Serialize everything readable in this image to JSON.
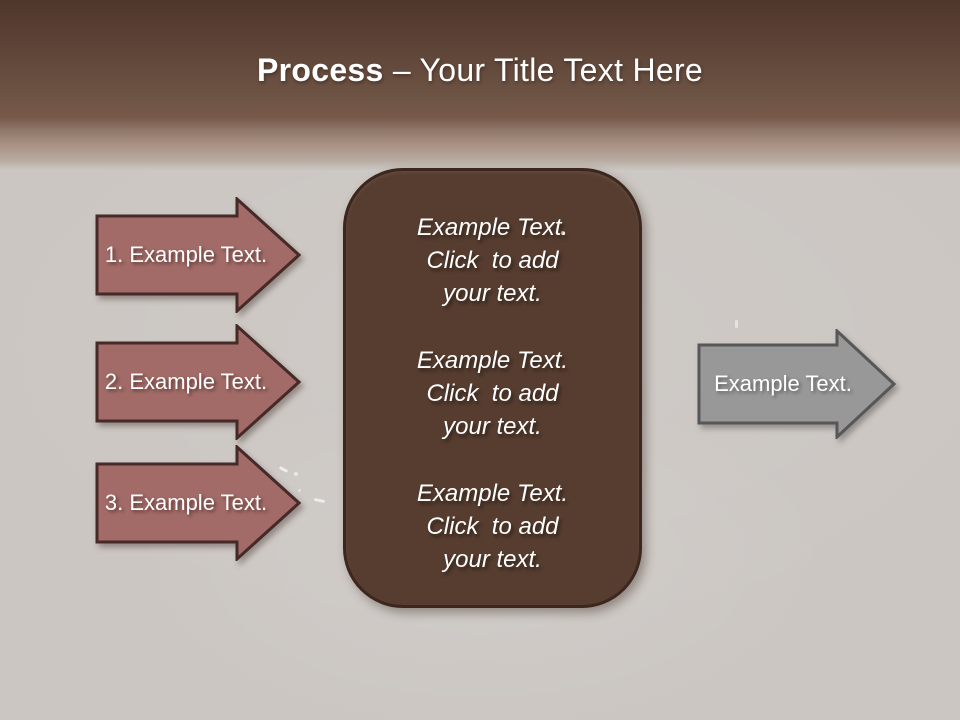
{
  "title": {
    "bold": "Process",
    "rest": " – Your Title Text Here"
  },
  "left_arrows": [
    {
      "label": "1. Example Text."
    },
    {
      "label": "2. Example Text."
    },
    {
      "label": "3. Example Text."
    }
  ],
  "center_panel": {
    "blocks": [
      {
        "text": "Example Text.\nClick  to add\nyour text."
      },
      {
        "text": "Example Text.\nClick  to add\nyour text."
      },
      {
        "text": "Example Text.\nClick  to add\nyour text."
      }
    ]
  },
  "right_arrow": {
    "label": "Example Text."
  },
  "colors": {
    "background": "#cbc6c2",
    "header_top": "#4f372d",
    "arrow_fill": "#a26b67",
    "arrow_border": "#452a28",
    "panel_fill": "#563d30",
    "panel_border": "#3c261d",
    "gray_arrow_fill": "#989898",
    "gray_arrow_border": "#575757",
    "text": "#ffffff"
  }
}
